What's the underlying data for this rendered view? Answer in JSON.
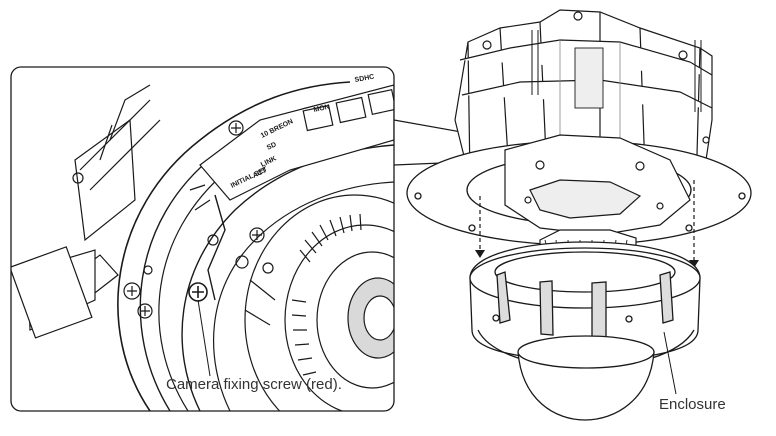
{
  "figure": {
    "labels": {
      "camera_fixing_screw": "Camera fixing screw (red).",
      "enclosure": "Enclosure"
    },
    "board_markings": [
      "LINK",
      "SD",
      "ACT",
      "INITIAL SET",
      "MON",
      "10 BREON",
      "SDHC"
    ],
    "colors": {
      "line": "#1a1a1a",
      "text": "#333333",
      "background": "#ffffff",
      "shade": "#d9d9d9"
    }
  }
}
